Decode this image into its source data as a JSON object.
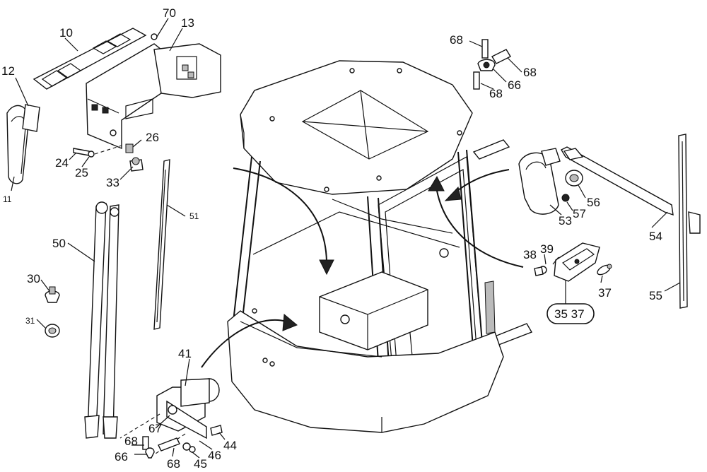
{
  "callouts": {
    "c10": "10",
    "c70": "70",
    "c13": "13",
    "c12": "12",
    "c11": "11",
    "c24": "24",
    "c25": "25",
    "c26": "26",
    "c33": "33",
    "c51": "51",
    "c50": "50",
    "c30": "30",
    "c31": "31",
    "c41": "41",
    "c67": "67",
    "c68a": "68",
    "c66a": "66",
    "c68b": "68",
    "c45": "45",
    "c46": "46",
    "c44": "44",
    "c68c": "68",
    "c68d": "68",
    "c66b": "66",
    "c68e": "68",
    "c53": "53",
    "c57": "57",
    "c56": "56",
    "c54": "54",
    "c55": "55",
    "c38": "38",
    "c39": "39",
    "c37": "37",
    "kit": "35 37"
  }
}
